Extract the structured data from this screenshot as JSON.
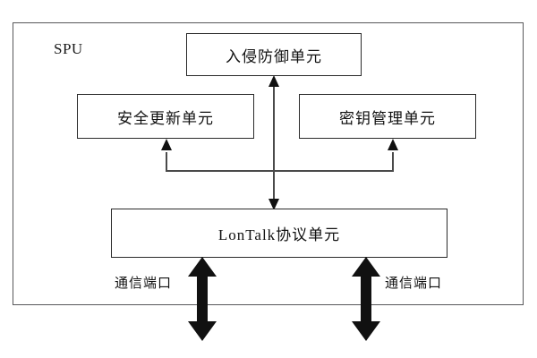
{
  "diagram": {
    "title_label": "SPU",
    "boxes": [
      {
        "id": "ips",
        "label": "入侵防御单元"
      },
      {
        "id": "secupdate",
        "label": "安全更新单元"
      },
      {
        "id": "keymgmt",
        "label": "密钥管理单元"
      },
      {
        "id": "lontalk",
        "label": "LonTalk协议单元"
      }
    ],
    "ports": [
      {
        "id": "port-left",
        "label": "通信端口"
      },
      {
        "id": "port-right",
        "label": "通信端口"
      }
    ],
    "colors": {
      "background": "#ffffff",
      "container_border": "#58585a",
      "box_border": "#2a2a2a",
      "connector_line": "#4a4a4a",
      "arrow_fill": "#111111",
      "text": "#111111"
    }
  }
}
